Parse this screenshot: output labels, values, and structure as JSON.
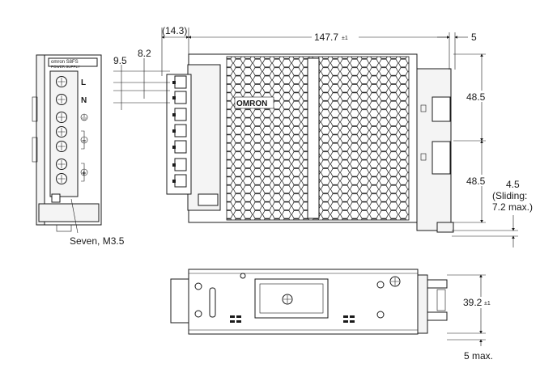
{
  "dimensions": {
    "term_offset": "(14.3)",
    "length": "147.7",
    "length_tol": "±1",
    "right_margin": "5",
    "height_upper": "48.5",
    "height_lower": "48.5",
    "pitch_a": "9.5",
    "pitch_b": "8.2",
    "slide": "4.5",
    "slide_note_1": "(Sliding:",
    "slide_note_2": "7.2 max.)",
    "depth": "39.2",
    "depth_tol": "±1",
    "bottom_note": "5 max."
  },
  "labels": {
    "terminal_note": "Seven, M3.5",
    "term_L": "L",
    "term_N": "N",
    "minus": "−",
    "plus": "+"
  },
  "branding": {
    "brand_top": "omron S8FS",
    "brand_sub": "POWER SUPPLY",
    "logo": "OMRON"
  },
  "colors": {
    "line": "#1a1a1a",
    "background": "#ffffff"
  }
}
